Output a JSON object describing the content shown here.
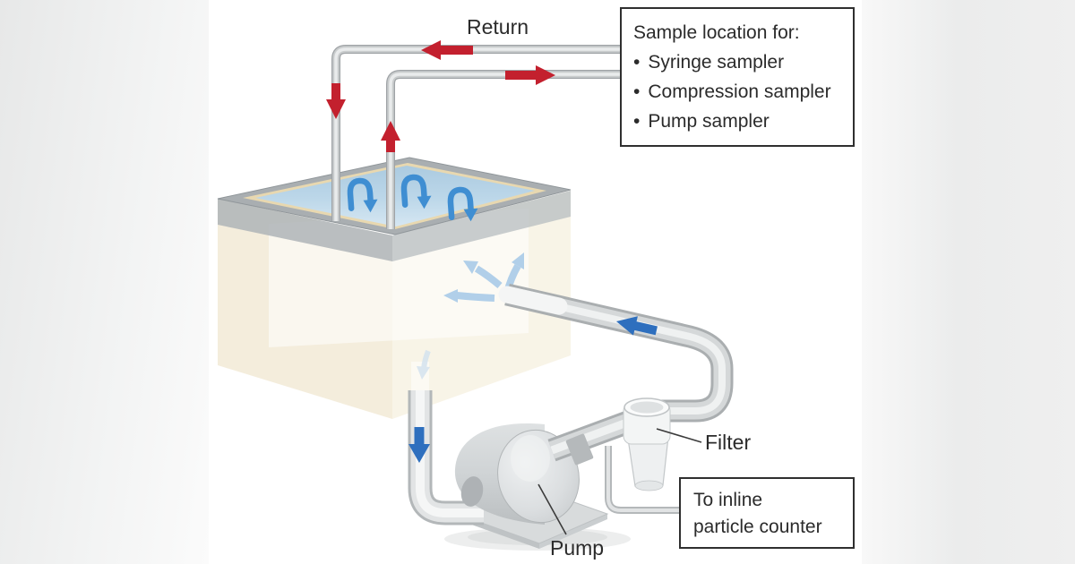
{
  "labels": {
    "return": "Return",
    "filter": "Filter",
    "pump": "Pump"
  },
  "sample_box": {
    "title": "Sample location for:",
    "bullet": "•",
    "items": [
      "Syringe sampler",
      "Compression sampler",
      "Pump sampler"
    ]
  },
  "counter_box": {
    "lines": [
      "To inline",
      "particle counter"
    ]
  },
  "colors": {
    "flow_red": "#c3202e",
    "flow_blue": "#2e6fbe",
    "circulation_blue": "#3f8ed2",
    "splash_blue": "#a9cbe8",
    "water_blue": "#b9d4e8",
    "tank_cream": "#f3ecda",
    "tank_rim_gray": "#a9aeb1",
    "pipe_gray": "#c8cbcd",
    "box_border": "#2f2f2f",
    "background_side": "#e8e9e9"
  }
}
